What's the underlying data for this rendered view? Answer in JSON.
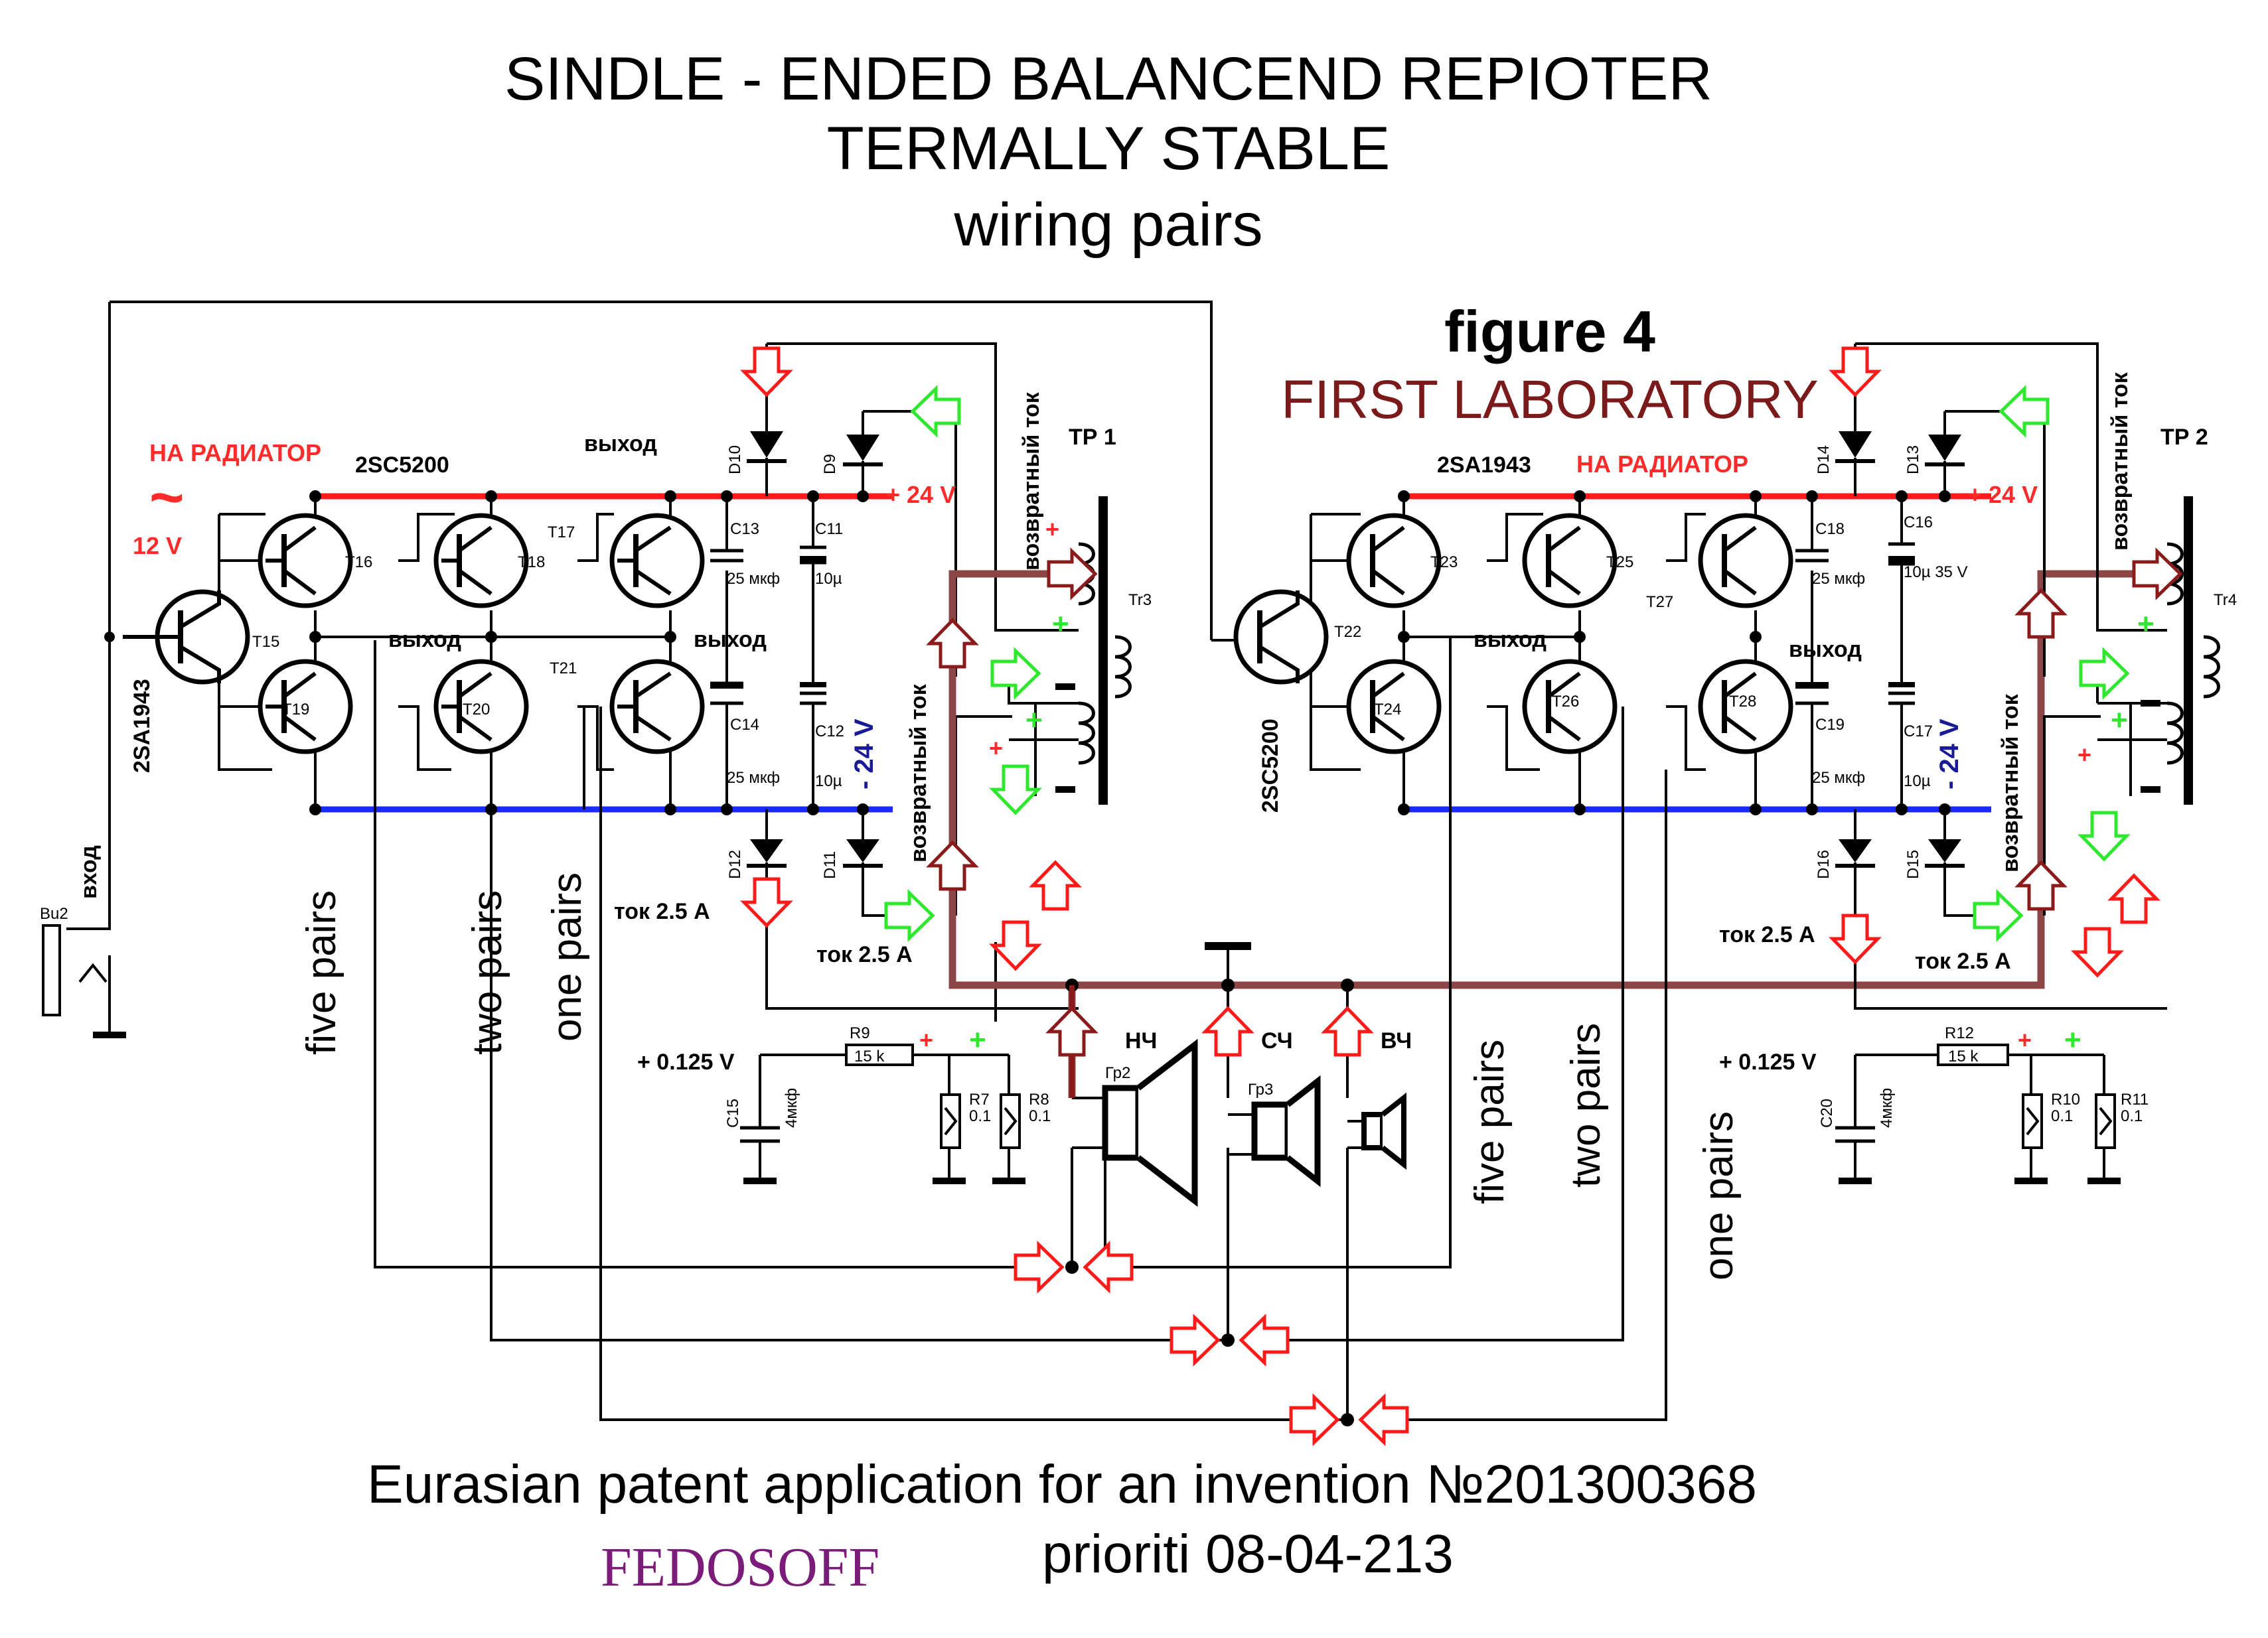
{
  "title": {
    "line1": "SINDLE - ENDED BALANCEND REPIOTER",
    "line2": "TERMALLY STABLE",
    "line3": "wiring pairs"
  },
  "figure": {
    "label": "figure 4",
    "lab": "FIRST LABORATORY"
  },
  "footer": {
    "patent": "Eurasian patent application for an invention №201300368",
    "author": "FEDOSOFF",
    "priority": "prioriti 08-04-213"
  },
  "left": {
    "heatsink": "НА РАДИАТОР",
    "part_npn": "2SC5200",
    "part_pnp": "2SA1943",
    "ac_voltage": "12 V",
    "input": "вход",
    "connector": "Bu2",
    "out_label_top": "выход",
    "out_label_mid1": "выход",
    "out_label_mid2": "выход",
    "plus_rail": "+ 24 V",
    "minus_rail": "- 24 V",
    "transformer": "ТР 1",
    "tr_coil": "Tr3",
    "return_current_1": "возвратный ток",
    "return_current_2": "возвратный ток",
    "current_1": "ток 2.5 А",
    "current_2": "ток 2.5 А",
    "bias": "+ 0.125 V",
    "pairs_five": "five pairs",
    "pairs_two": "two pairs",
    "pairs_one": "one pairs",
    "transistors": [
      "T15",
      "T16",
      "T17",
      "T18",
      "T19",
      "T20",
      "T21"
    ],
    "diodes": [
      "D10",
      "D9",
      "D12",
      "D11"
    ],
    "caps": {
      "c13": "C13",
      "c13v": "25 мкф",
      "c11": "C11",
      "c11v": "10µ",
      "c14": "C14",
      "c14v": "25 мкф",
      "c12": "C12",
      "c12v": "10µ",
      "c15": "C15",
      "c15v": "4мкф"
    },
    "resistors": {
      "r9": "R9",
      "r9v": "15 k",
      "r7": "R7",
      "r7v": "0.1",
      "r8": "R8",
      "r8v": "0.1"
    }
  },
  "right": {
    "heatsink": "НА РАДИАТОР",
    "part_pnp": "2SA1943",
    "part_npn": "2SC5200",
    "out_label_1": "выход",
    "out_label_2": "выход",
    "plus_rail": "+ 24 V",
    "minus_rail": "- 24 V",
    "transformer": "ТР 2",
    "tr_coil": "Tr4",
    "return_current_1": "возвратный ток",
    "return_current_2": "возвратный ток",
    "current_1": "ток 2.5 А",
    "current_2": "ток 2.5 А",
    "bias": "+ 0.125 V",
    "pairs_five": "five pairs",
    "pairs_two": "two pairs",
    "pairs_one": "one pairs",
    "transistors": [
      "T22",
      "T23",
      "T24",
      "T25",
      "T26",
      "T27",
      "T28"
    ],
    "diodes": [
      "D14",
      "D13",
      "D16",
      "D15"
    ],
    "caps": {
      "c18": "C18",
      "c18v": "25 мкф",
      "c16": "C16",
      "c16v": "10µ 35 V",
      "c19": "C19",
      "c19v": "25 мкф",
      "c17": "C17",
      "c17v": "10µ",
      "c20": "C20",
      "c20v": "4мкф"
    },
    "resistors": {
      "r12": "R12",
      "r12v": "15 k",
      "r10": "R10",
      "r10v": "0.1",
      "r11": "R11",
      "r11v": "0.1"
    }
  },
  "speakers": {
    "low": "НЧ",
    "mid": "СЧ",
    "high": "ВЧ",
    "gr2": "Гр2",
    "gr3": "Гр3"
  },
  "signs": {
    "plus": "+",
    "minus": "-"
  },
  "colors": {
    "plus_rail": "#ff1a1a",
    "minus_rail": "#1a2bff",
    "return_path": "#8c4646",
    "arrow_red": "#ff1a1a",
    "arrow_green": "#2ee82e",
    "author": "#7b1c7b",
    "lab": "#7a1a1a"
  }
}
